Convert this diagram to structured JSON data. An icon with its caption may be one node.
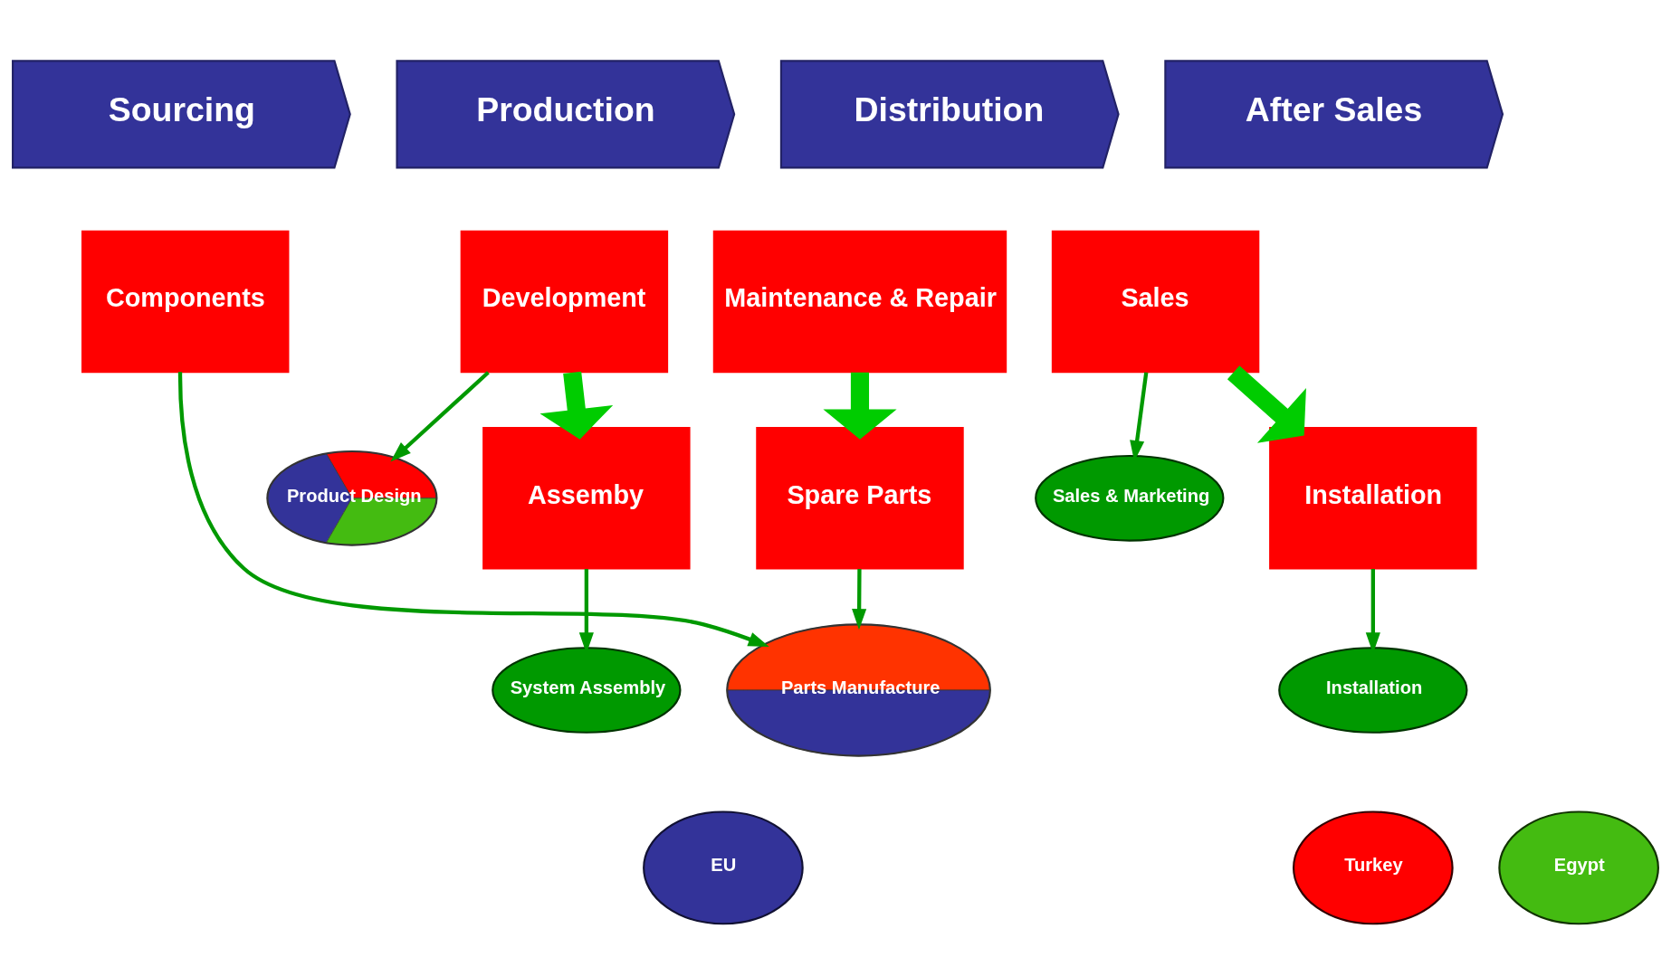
{
  "diagram": {
    "nodes": [
      {
        "text": [
          "Sourcing"
        ]
      },
      {
        "text": [
          "Production"
        ]
      },
      {
        "text": [
          "Distribution"
        ]
      },
      {
        "text": [
          "After Sales"
        ]
      },
      {
        "text": [
          "Components"
        ]
      },
      {
        "text": [
          "Development"
        ]
      },
      {
        "text": [
          "Sales"
        ]
      },
      {
        "text": [
          "Maintenance & Repair"
        ]
      },
      {
        "text": [
          "Product Design"
        ]
      },
      {
        "text": [
          "Sales & Marketing"
        ]
      },
      {
        "text": [
          "Assemby"
        ]
      },
      {
        "text": [
          "Installation"
        ]
      },
      {
        "text": [
          "Spare Parts"
        ]
      },
      {
        "text": [
          "Parts Manufacture"
        ]
      },
      {
        "text": [
          "System Assembly"
        ]
      },
      {
        "text": [
          "Installation"
        ]
      },
      {
        "text": [
          "EU"
        ]
      },
      {
        "text": [
          "Turkey"
        ]
      },
      {
        "text": [
          "Egypt"
        ]
      }
    ],
    "edges": [
      {
        "from": 4,
        "to": 13,
        "arrow": "to"
      },
      {
        "from": 5,
        "to": 8,
        "arrow": "to"
      },
      {
        "from": 5,
        "to": 10,
        "arrow": "to",
        "style": "thick",
        "color": "#00cc00"
      },
      {
        "from": 6,
        "to": 9,
        "arrow": "to"
      },
      {
        "from": 6,
        "to": 11,
        "arrow": "to",
        "style": "thick",
        "color": "#00cc00"
      },
      {
        "from": 7,
        "to": 12,
        "arrow": "to",
        "style": "thick",
        "color": "#00cc00"
      },
      {
        "from": 10,
        "to": 14,
        "arrow": "to"
      },
      {
        "from": 11,
        "to": 15,
        "arrow": "to"
      },
      {
        "from": 12,
        "to": 13,
        "arrow": "to"
      }
    ]
  }
}
